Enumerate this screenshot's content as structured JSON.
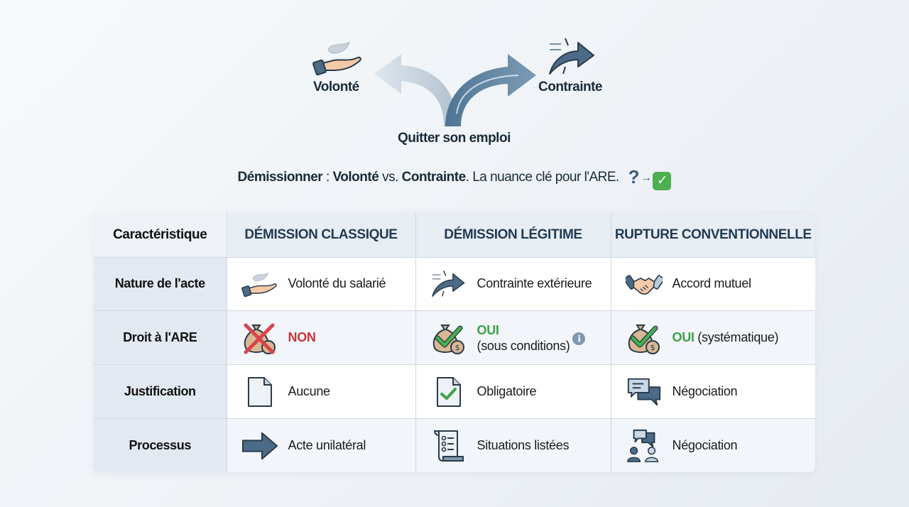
{
  "hero": {
    "left_label": "Volonté",
    "right_label": "Contrainte",
    "bottom_label": "Quitter son emploi",
    "left_icon": "open-hand-icon",
    "right_icon": "forced-arrow-icon",
    "center_icon": "split-arrows-icon"
  },
  "subtitle": {
    "part1": "Démissionner",
    "part2": " : ",
    "part3": "Volonté",
    "part4": " vs. ",
    "part5": "Contrainte",
    "part6": ". La nuance clé pour l'ARE.",
    "question": "?",
    "arrow": "→",
    "check": "✓"
  },
  "colors": {
    "accent": "#3c5a78",
    "red": "#c9343c",
    "green": "#3ea14b",
    "header_bg": "#e8edf3",
    "row_header_bg": "#e3e9f0"
  },
  "table": {
    "headers": [
      "Caractéristique",
      "DÉMISSION CLASSIQUE",
      "DÉMISSION LÉGITIME",
      "RUPTURE CONVENTIONNELLE"
    ],
    "rows": [
      {
        "label": "Nature de l'acte",
        "cells": [
          {
            "icon": "open-hand-icon",
            "text": "Volonté du salarié"
          },
          {
            "icon": "forced-arrow-icon",
            "text": "Contrainte extérieure"
          },
          {
            "icon": "handshake-icon",
            "text": "Accord mutuel"
          }
        ]
      },
      {
        "label": "Droit à l'ARE",
        "cells": [
          {
            "icon": "money-bag-crossed-icon",
            "status": "NON",
            "text": ""
          },
          {
            "icon": "money-bag-check-icon",
            "status": "OUI",
            "text": "(sous conditions)",
            "info": "i"
          },
          {
            "icon": "money-bag-check-icon",
            "status": "OUI",
            "text": " (systématique)"
          }
        ]
      },
      {
        "label": "Justification",
        "cells": [
          {
            "icon": "blank-document-icon",
            "text": "Aucune"
          },
          {
            "icon": "document-check-icon",
            "text": "Obligatoire"
          },
          {
            "icon": "chat-bubbles-icon",
            "text": "Négociation"
          }
        ]
      },
      {
        "label": "Processus",
        "cells": [
          {
            "icon": "right-arrow-icon",
            "text": "Acte unilatéral"
          },
          {
            "icon": "checklist-scroll-icon",
            "text": "Situations listées"
          },
          {
            "icon": "people-discussion-icon",
            "text": "Négociation"
          }
        ]
      }
    ]
  }
}
